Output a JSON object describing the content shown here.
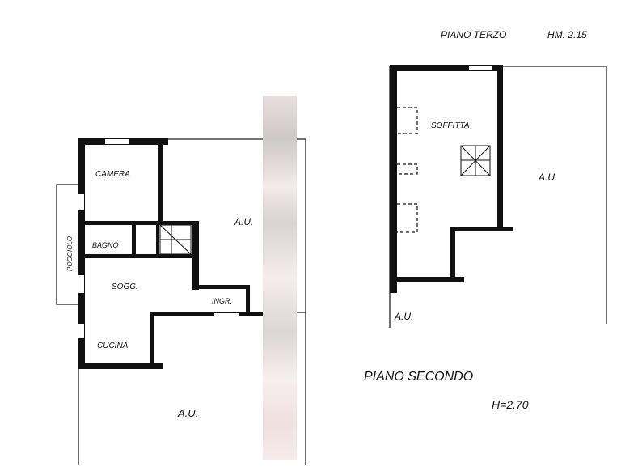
{
  "upper_floor": {
    "title": "PIANO TERZO",
    "height_label": "HM. 2.15",
    "rooms": {
      "attic": "SOFFITTA"
    },
    "outside_labels": [
      "A.U.",
      "A.U."
    ]
  },
  "lower_floor": {
    "title": "PIANO SECONDO",
    "height_label": "H=2.70",
    "rooms": {
      "bedroom": "CAMERA",
      "bathroom": "BAGNO",
      "balcony": "POGGIOLO",
      "living": "SOGG.",
      "entrance": "INGR.",
      "kitchen": "CUCINA"
    },
    "outside_labels": [
      "A.U.",
      "A.U."
    ]
  }
}
